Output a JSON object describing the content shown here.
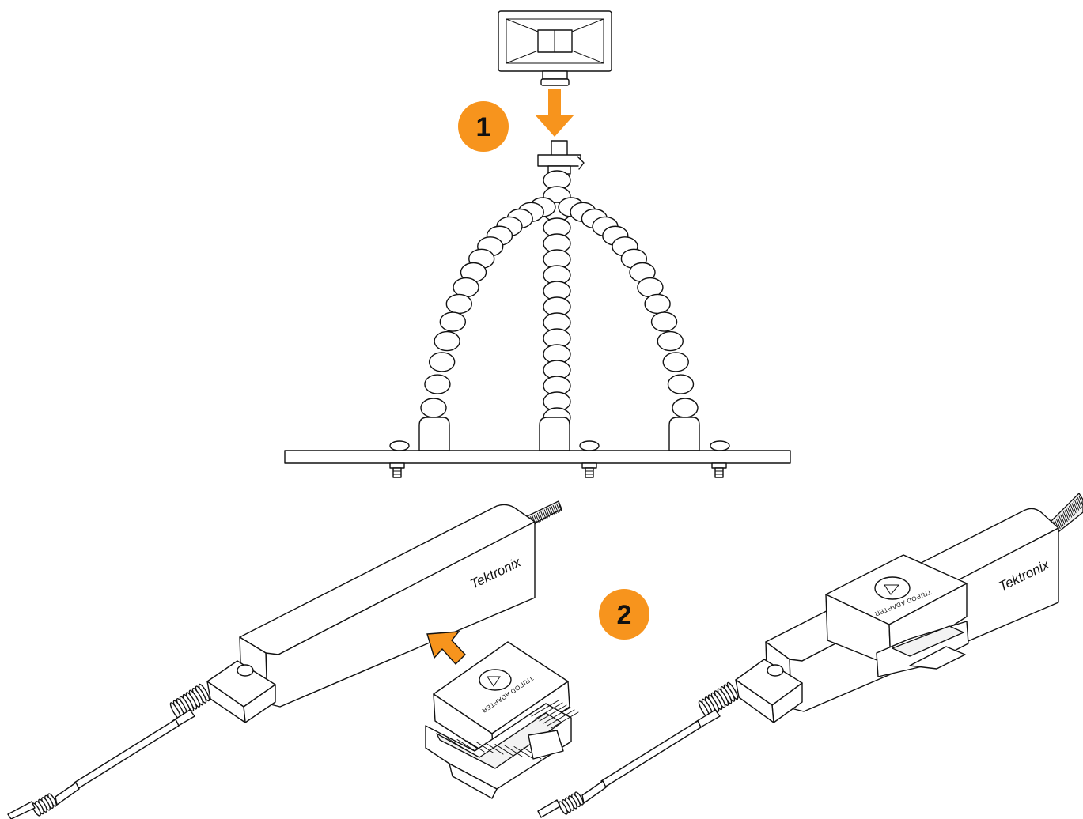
{
  "steps": [
    {
      "number": "1"
    },
    {
      "number": "2"
    }
  ],
  "probe": {
    "brand": "Tektronix",
    "adapter_label": "TRIPOD ADAPTER"
  },
  "colors": {
    "accent": "#F7941D",
    "line": "#111111",
    "background": "#FFFFFF"
  },
  "icons": {
    "arrow": "arrow-down-icon",
    "arrow_diagonal": "arrow-up-left-icon"
  }
}
